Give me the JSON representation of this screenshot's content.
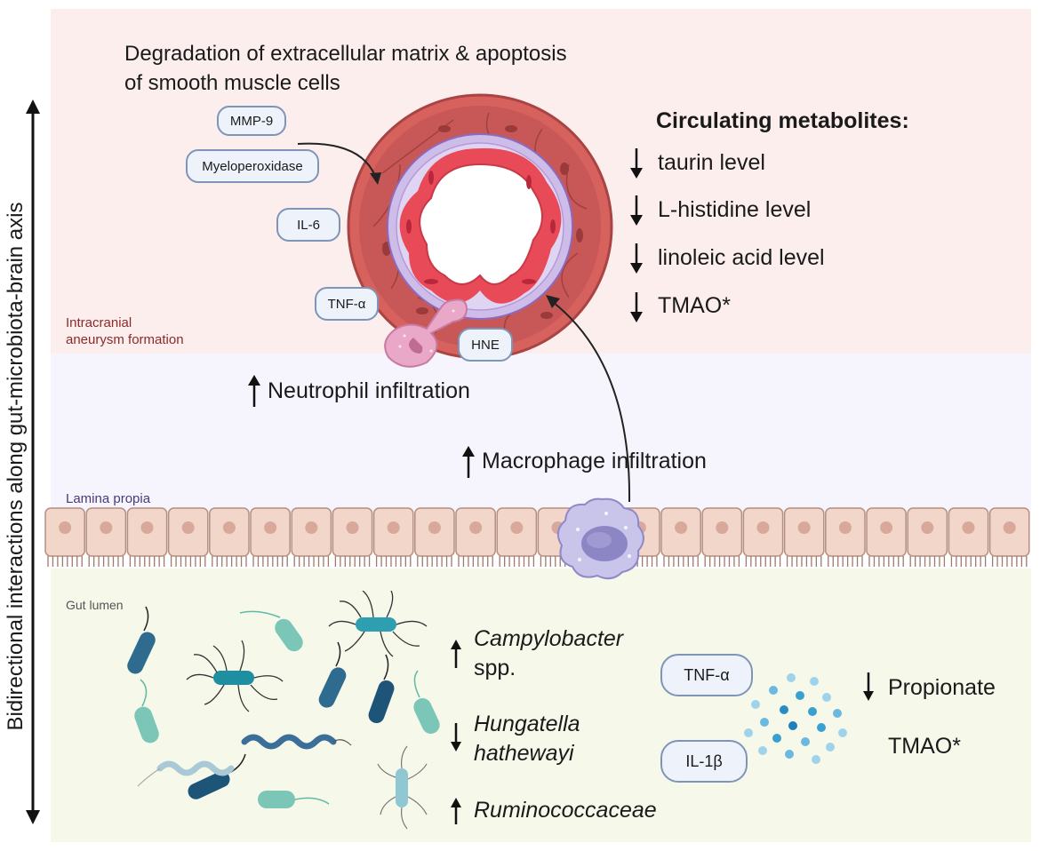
{
  "axis_label": "Bidirectional interactions along gut-microbiota-brain axis",
  "zones": {
    "aneurysm": {
      "label": "Intracranial\naneurysm formation",
      "label_line1": "Intracranial",
      "label_line2": "aneurysm formation",
      "color": "#fdeeee"
    },
    "lamina": {
      "label": "Lamina propia",
      "color": "#f6f4fc"
    },
    "lumen": {
      "label": "Gut lumen",
      "color": "#f6f8ea"
    }
  },
  "degradation_title": {
    "line1": "Degradation of extracellular matrix & apoptosis",
    "line2": "of smooth muscle cells"
  },
  "cytokines_top": [
    "MMP-9",
    "Myeloperoxidase",
    "IL-6",
    "TNF-α",
    "HNE"
  ],
  "metabolites": {
    "heading": "Circulating metabolites:",
    "items": [
      {
        "direction": "down",
        "label": "taurin level"
      },
      {
        "direction": "down",
        "label": "L-histidine level"
      },
      {
        "direction": "down",
        "label": "linoleic acid level"
      },
      {
        "direction": "down",
        "label": "TMAO*"
      }
    ]
  },
  "infiltration": {
    "neutrophil": {
      "direction": "up",
      "label": "Neutrophil infiltration"
    },
    "macrophage": {
      "direction": "up",
      "label": "Macrophage infiltration"
    }
  },
  "bacteria": [
    {
      "direction": "up",
      "line1": "Campylobacter",
      "line2": "spp."
    },
    {
      "direction": "down",
      "line1": "Hungatella",
      "line2": "hathewayi"
    },
    {
      "direction": "up",
      "line1": "Ruminococcaceae",
      "line2": ""
    }
  ],
  "cytokines_gut": [
    "TNF-α",
    "IL-1β"
  ],
  "gut_metabolites": [
    {
      "direction": "down",
      "label": "Propionate"
    },
    {
      "direction": "none",
      "label": "TMAO*"
    }
  ],
  "colors": {
    "vessel_outer": "#c65a5a",
    "vessel_inner": "#e9485a",
    "elastic": "#c7b8e6",
    "cell": "#f2d6c9",
    "nucleus": "#d8a99a",
    "neutrophil": "#e9a8c7",
    "macrophage": "#b9b6e0",
    "bacteria_dark": "#2e6b8f",
    "bacteria_teal": "#5fb8a8",
    "dots": "#3aa0d0"
  }
}
